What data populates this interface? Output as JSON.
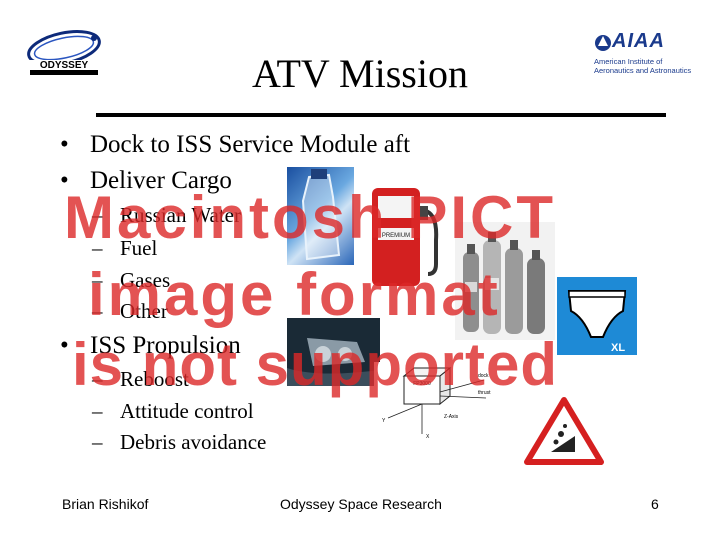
{
  "slide": {
    "title": "ATV Mission",
    "bullets": [
      {
        "text": "Dock to ISS Service Module aft"
      },
      {
        "text": "Deliver Cargo"
      }
    ],
    "cargo_items": [
      "Russian Water",
      "Fuel",
      "Gases",
      "Other"
    ],
    "propulsion": {
      "text": "ISS Propulsion",
      "items": [
        "Reboost",
        "Attitude control",
        "Debris avoidance"
      ]
    },
    "bullet_glyph": "•",
    "dash_glyph": "–"
  },
  "logos": {
    "odyssey_name": "ODYSSEY",
    "aiaa_name": "AIAA",
    "aiaa_line1": "American Institute of",
    "aiaa_line2": "Aeronautics and Astronautics"
  },
  "pump_label": "PREMIUM",
  "shorts_size": "XL",
  "diagram": {
    "box_label": "FP3000",
    "label_dock": "dock",
    "label_thrust": "thrust",
    "label_y": "Y",
    "label_x": "X",
    "label_z": "Z-Axis"
  },
  "overlay": {
    "line1": "Macintosh PICT",
    "line2": "image format",
    "line3": "is not supported"
  },
  "footer": {
    "author": "Brian Rishikof",
    "org": "Odyssey Space Research",
    "page": "6"
  },
  "colors": {
    "overlay_red": "#dc2828",
    "aiaa_blue": "#1a3a8c",
    "pump_red": "#d32020"
  }
}
